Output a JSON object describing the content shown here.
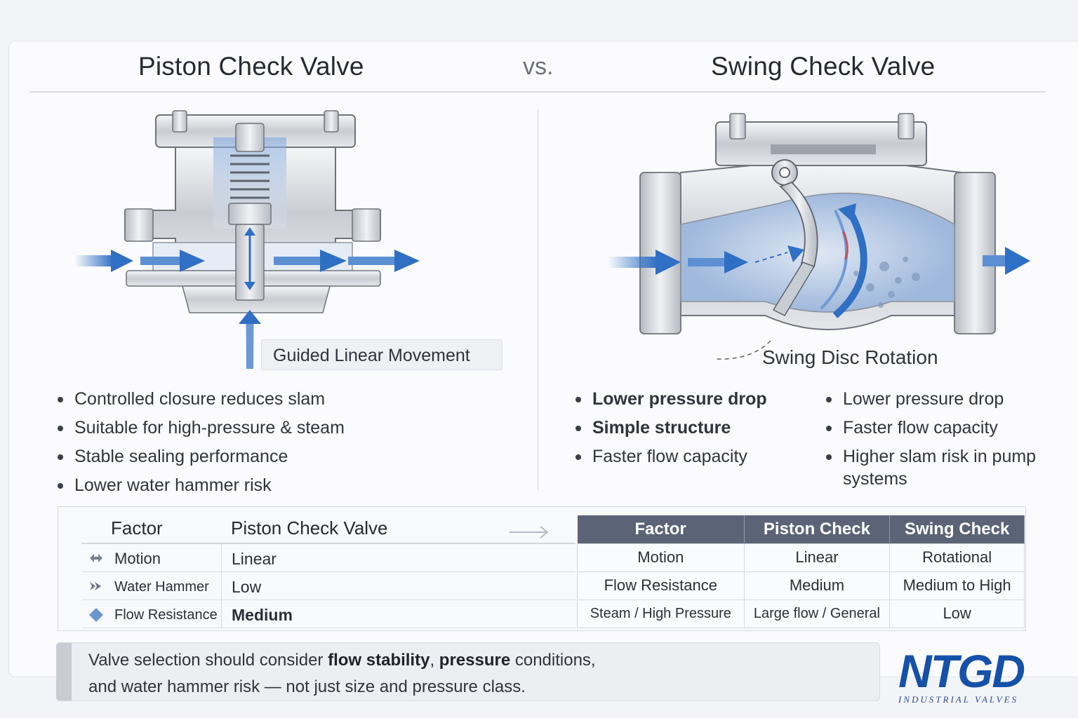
{
  "header": {
    "left_title": "Piston Check Valve",
    "vs": "vs.",
    "right_title": "Swing Check Valve"
  },
  "piston": {
    "callout": "Guided Linear Movement",
    "bullets": [
      "Controlled closure reduces slam",
      "Suitable for high-pressure & steam",
      "Stable sealing performance",
      "Lower water hammer risk"
    ]
  },
  "swing": {
    "label": "Swing Disc Rotation",
    "bullets_col1": [
      "Lower pressure drop",
      "Simple structure",
      "Faster flow capacity"
    ],
    "bullets_col2": [
      "Lower pressure drop",
      "Faster flow capacity",
      "Higher slam risk in pump systems"
    ]
  },
  "left_table": {
    "headers": [
      "Factor",
      "Piston Check Valve"
    ],
    "rows": [
      {
        "factor": "Motion",
        "value": "Linear",
        "icon": "double-arrow-icon"
      },
      {
        "factor": "Water Hammer",
        "value": "Low",
        "icon": "chevron-arrow-icon"
      },
      {
        "factor": "Flow Resistance",
        "value": "Medium",
        "icon": "diamond-icon"
      }
    ]
  },
  "right_table": {
    "headers": [
      "Factor",
      "Piston Check",
      "Swing Check"
    ],
    "rows": [
      [
        "Motion",
        "Linear",
        "Rotational"
      ],
      [
        "Flow Resistance",
        "Medium",
        "Medium to High"
      ],
      [
        "Steam / High Pressure",
        "Large flow / General",
        "Low"
      ]
    ]
  },
  "note": {
    "part1": "Valve selection should consider ",
    "bold1": "flow stability",
    "sep": ", ",
    "bold2": "pressure",
    "part2": " conditions,",
    "line2": "and water hammer risk — not just size and pressure class."
  },
  "logo": {
    "mark": "NTGD",
    "tagline": "INDUSTRIAL VALVES"
  },
  "colors": {
    "flow_arrow": "#2f6fc4",
    "table_header": "#5b6376",
    "brand": "#1551a8",
    "brand_accent": "#d8332a"
  }
}
